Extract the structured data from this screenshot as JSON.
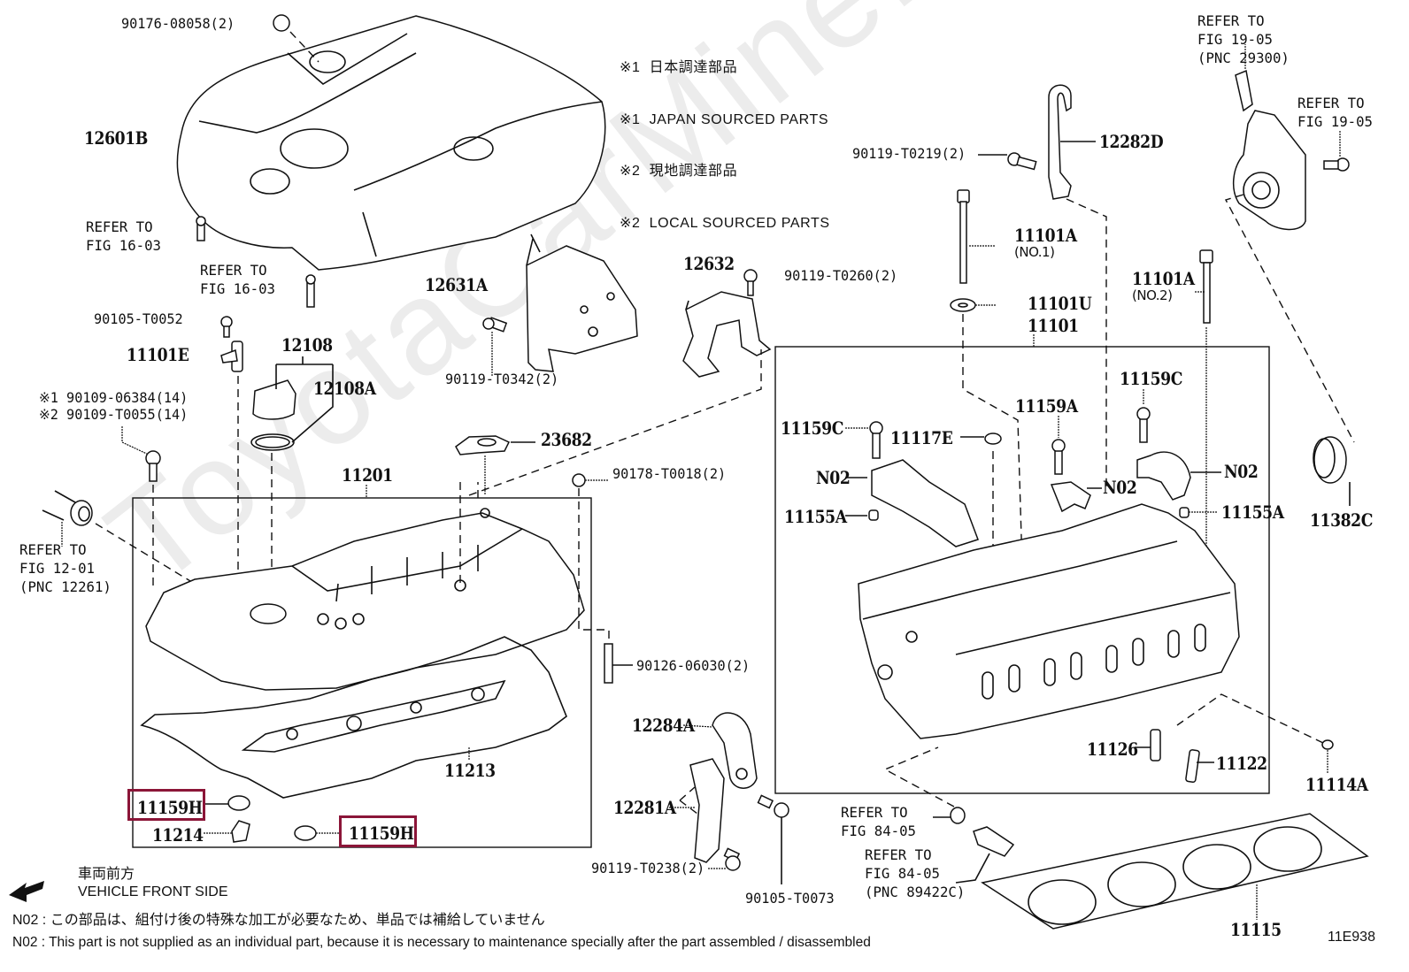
{
  "diagram": {
    "figure_id": "11E938",
    "watermark": "ToyotaCarMine.ru",
    "highlight_color": "#8b1538",
    "legend": [
      {
        "mark": "※1",
        "text": "日本調達部品"
      },
      {
        "mark": "※1",
        "text": "JAPAN SOURCED PARTS"
      },
      {
        "mark": "※2",
        "text": "現地調達部品"
      },
      {
        "mark": "※2",
        "text": "LOCAL SOURCED PARTS"
      }
    ],
    "parts": {
      "p90176_08058": "90176-08058(2)",
      "p12601B": "12601B",
      "p12631A": "12631A",
      "p12632": "12632",
      "p90119_T0260": "90119-T0260(2)",
      "p90119_T0342": "90119-T0342(2)",
      "p90105_T0052": "90105-T0052",
      "p11101E": "11101E",
      "p12108": "12108",
      "p12108A": "12108A",
      "p90109_06384": "※1 90109-06384(14)",
      "p90109_T0055": "※2 90109-T0055(14)",
      "p23682": "23682",
      "p90178_T0018": "90178-T0018(2)",
      "p11201": "11201",
      "p90126_06030": "90126-06030(2)",
      "p11213": "11213",
      "p11159H_a": "11159H",
      "p11159H_b": "11159H",
      "p11214": "11214",
      "p12284A": "12284A",
      "p12281A": "12281A",
      "p90119_T0238": "90119-T0238(2)",
      "p90105_T0073": "90105-T0073",
      "p90119_T0219": "90119-T0219(2)",
      "p12282D": "12282D",
      "p11101A_1": "11101A",
      "p11101A_1_sub": "(NO.1)",
      "p11101U": "11101U",
      "p11101": "11101",
      "p11101A_2": "11101A",
      "p11101A_2_sub": "(NO.2)",
      "p11159C_a": "11159C",
      "p11159C_b": "11159C",
      "p11117E": "11117E",
      "p11159A": "11159A",
      "pN02_a": "N02",
      "pN02_b": "N02",
      "pN02_c": "N02",
      "p11155A_a": "11155A",
      "p11155A_b": "11155A",
      "p11382C": "11382C",
      "p11126": "11126",
      "p11122": "11122",
      "p11114A": "11114A",
      "p11115": "11115"
    },
    "references": {
      "ref_16_03_a": [
        "REFER TO",
        "FIG 16-03"
      ],
      "ref_16_03_b": [
        "REFER TO",
        "FIG 16-03"
      ],
      "ref_12_01": [
        "REFER TO",
        "FIG 12-01",
        "(PNC 12261)"
      ],
      "ref_19_05_a": [
        "REFER TO",
        "FIG 19-05",
        "(PNC 29300)"
      ],
      "ref_19_05_b": [
        "REFER TO",
        "FIG 19-05"
      ],
      "ref_84_05_a": [
        "REFER TO",
        "FIG 84-05"
      ],
      "ref_84_05_b": [
        "REFER TO",
        "FIG 84-05",
        "(PNC 89422C)"
      ]
    },
    "front_side": {
      "jp": "車両前方",
      "en": "VEHICLE FRONT SIDE"
    },
    "notes": [
      "N02 : この部品は、組付け後の特殊な加工が必要なため、単品では補給していません",
      "N02 : This part is not supplied as an individual part, because it is necessary to maintenance specially after the part assembled / disassembled"
    ]
  }
}
